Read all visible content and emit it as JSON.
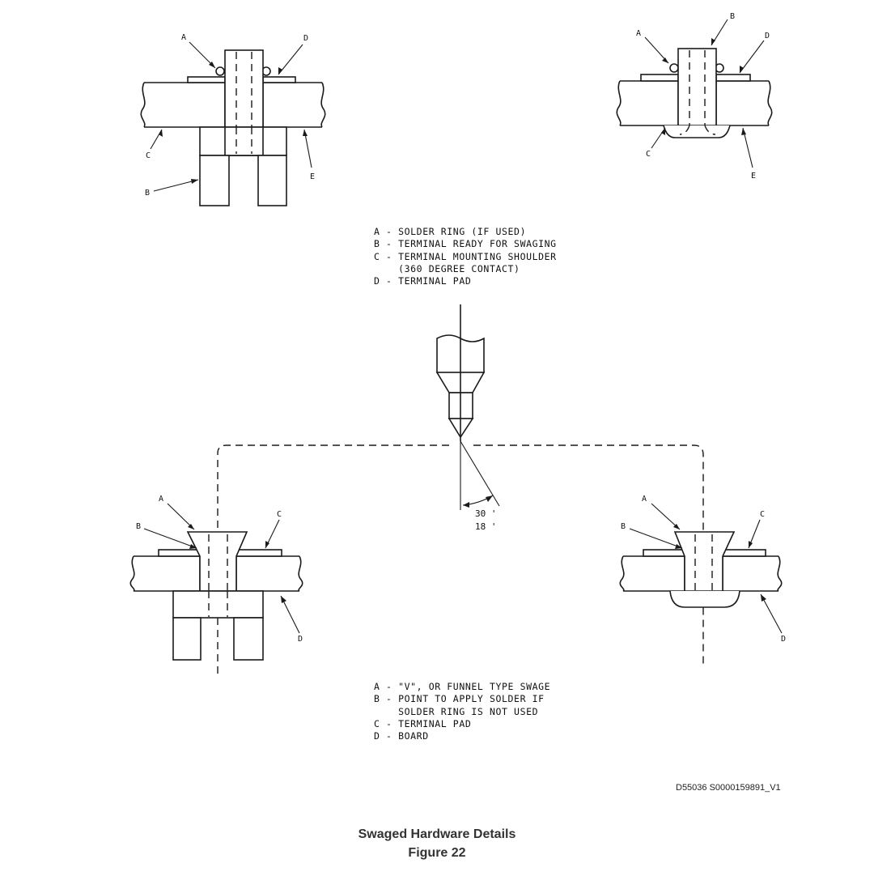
{
  "top_legend": [
    "A - SOLDER RING (IF USED)",
    "B - TERMINAL READY FOR SWAGING",
    "C - TERMINAL MOUNTING SHOULDER",
    "    (360 DEGREE CONTACT)",
    "D - TERMINAL PAD"
  ],
  "bottom_legend": [
    "A - \"V\", OR FUNNEL TYPE SWAGE",
    "B - POINT TO APPLY SOLDER IF",
    "    SOLDER RING IS NOT USED",
    "C - TERMINAL PAD",
    "D - BOARD"
  ],
  "labels": {
    "a": "A",
    "b": "B",
    "c": "C",
    "d": "D",
    "e": "E"
  },
  "angle": {
    "line1": "30 '",
    "line2": "18 '"
  },
  "reference": "D55036 S0000159891_V1",
  "title": "Swaged Hardware Details",
  "subtitle": "Figure 22"
}
